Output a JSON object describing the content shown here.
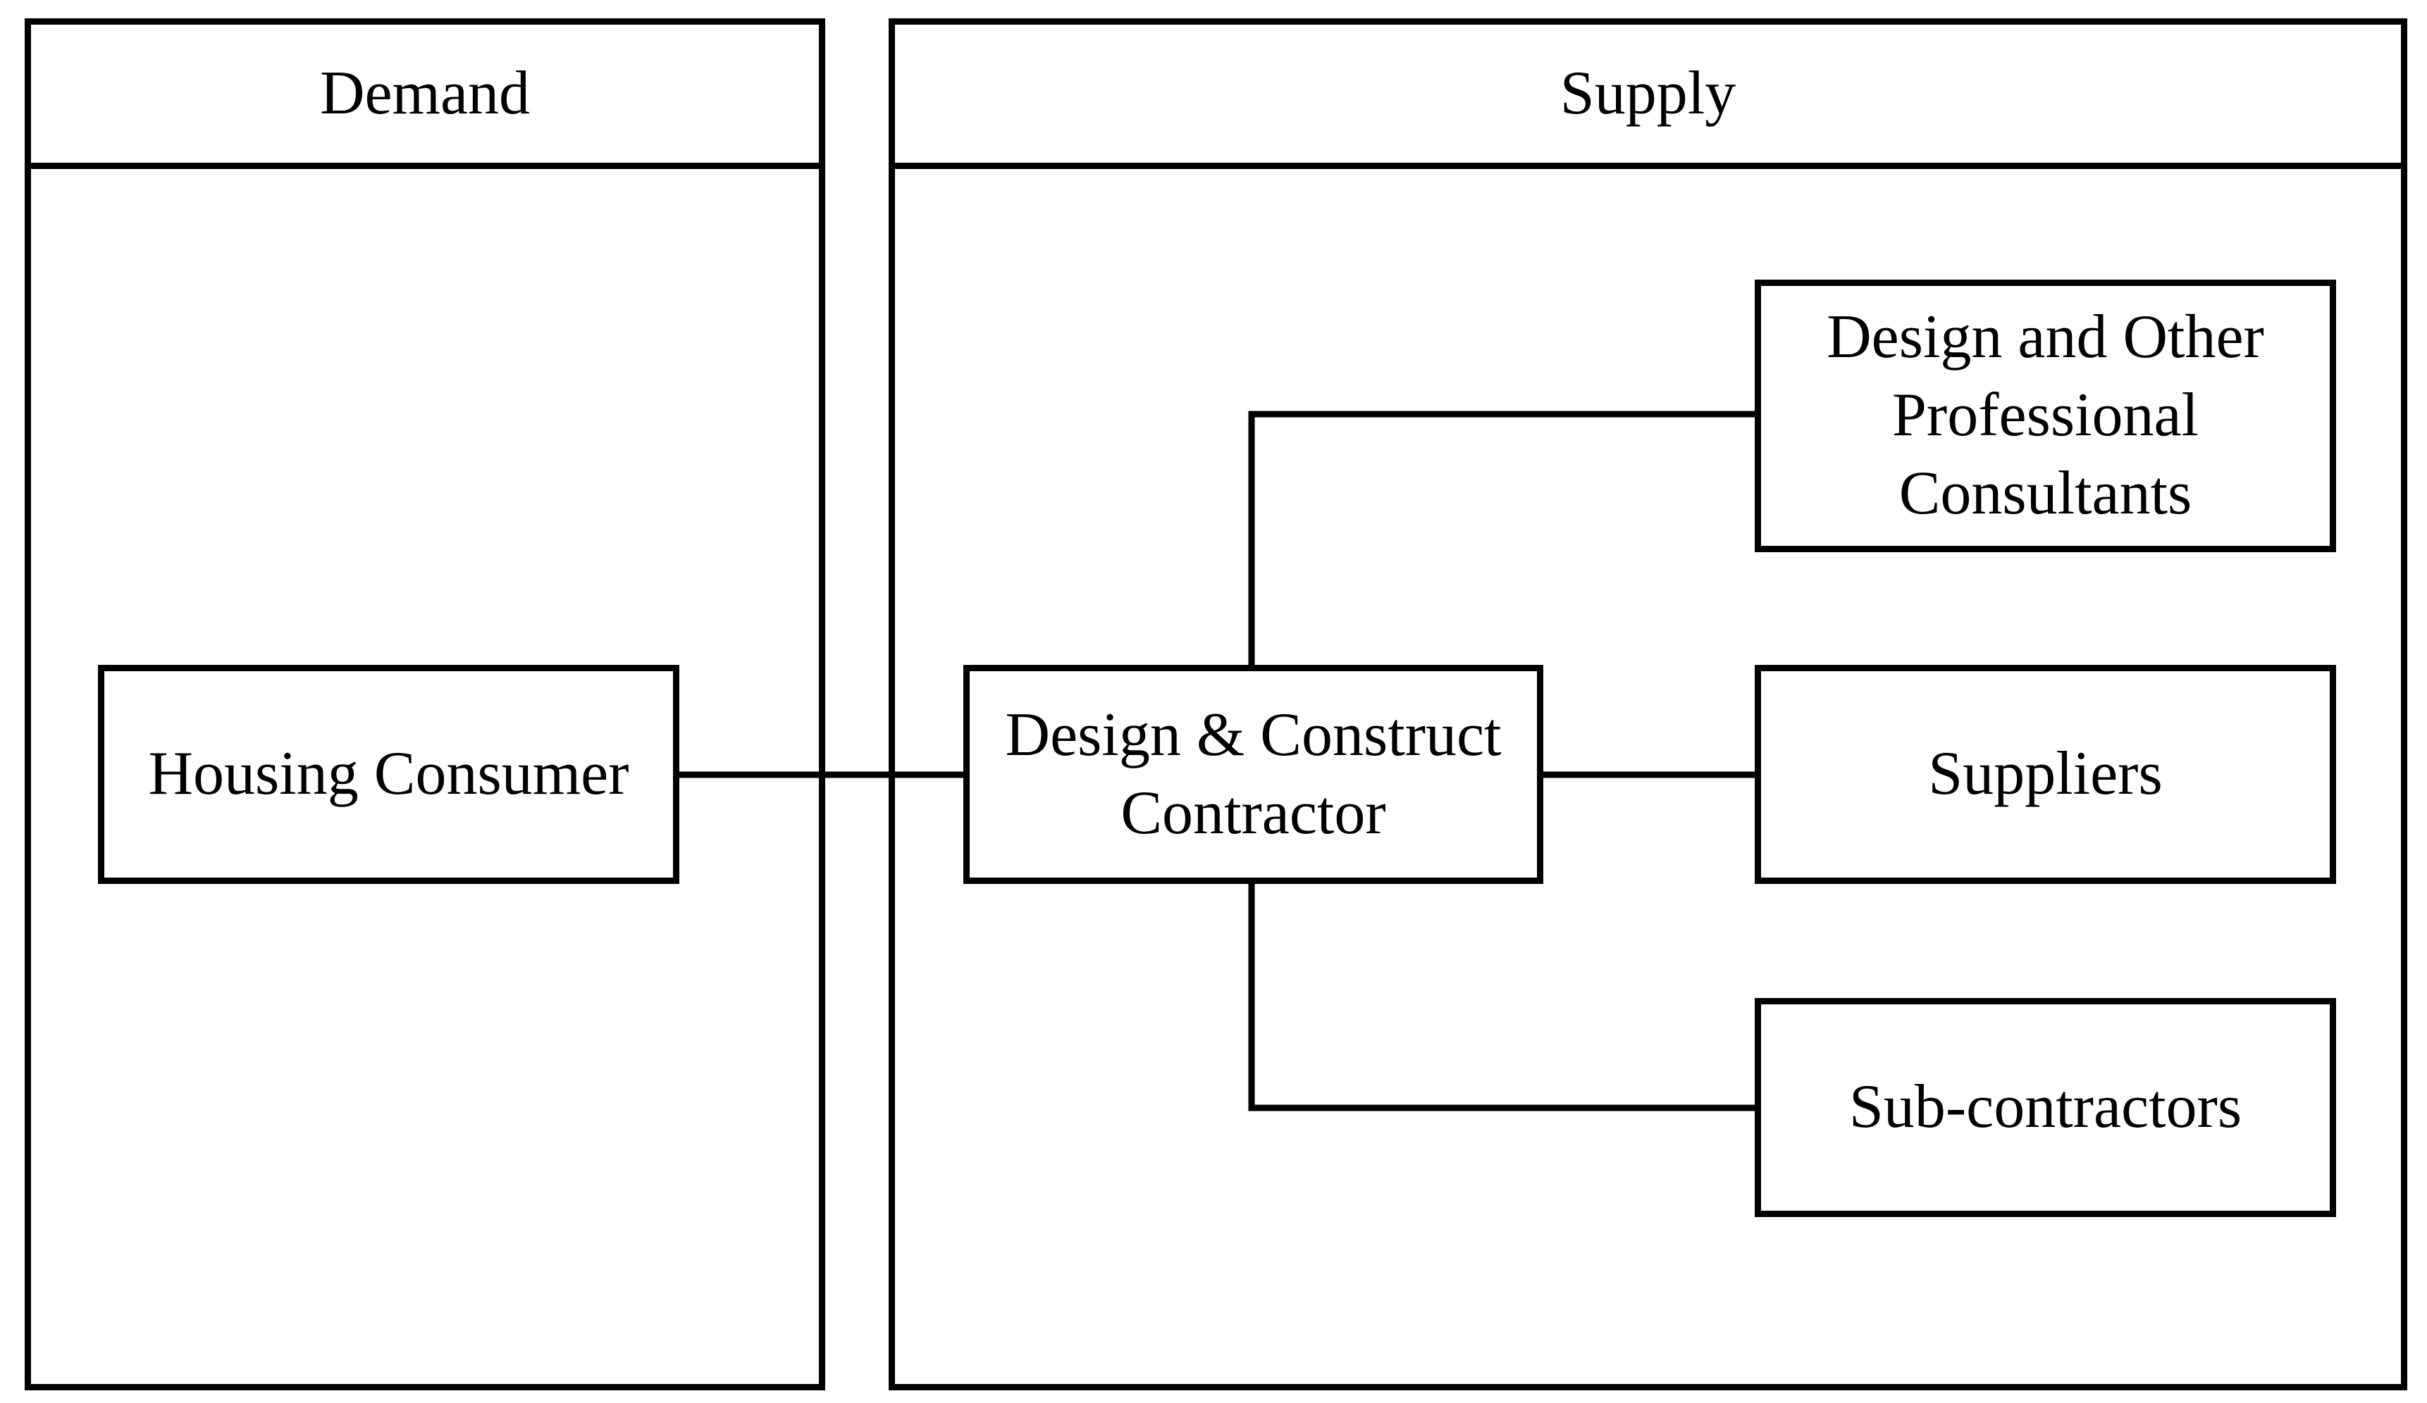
{
  "panels": {
    "demand": {
      "title": "Demand"
    },
    "supply": {
      "title": "Supply"
    }
  },
  "nodes": {
    "housing_consumer": "Housing Consumer",
    "contractor": [
      "Design & Construct",
      "Contractor"
    ],
    "consultants": [
      "Design and Other",
      "Professional",
      "Consultants"
    ],
    "suppliers": "Suppliers",
    "subcontractors": "Sub-contractors"
  },
  "colors": {
    "line": "#000000",
    "background": "#ffffff"
  }
}
